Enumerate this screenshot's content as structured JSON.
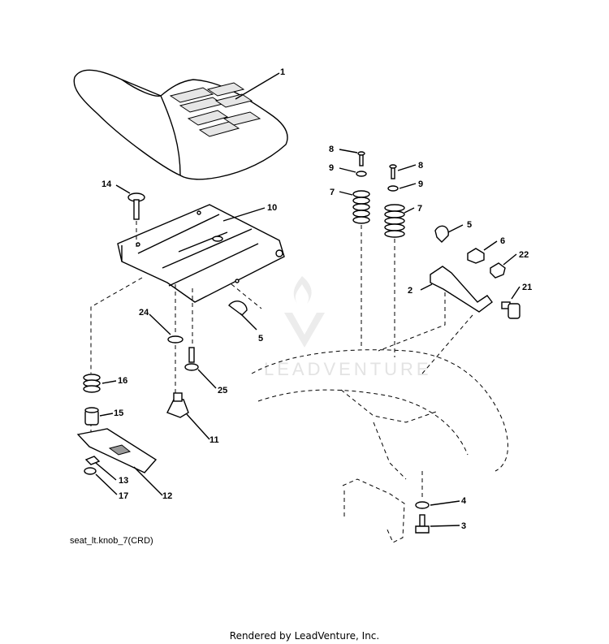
{
  "diagram": {
    "reference_code": "seat_lt.knob_7(CRD)",
    "footer": "Rendered by LeadVenture, Inc.",
    "watermark": "LEADVENTURE",
    "callouts": [
      {
        "id": "c1",
        "label": "1"
      },
      {
        "id": "c2",
        "label": "2"
      },
      {
        "id": "c3",
        "label": "3"
      },
      {
        "id": "c4",
        "label": "4"
      },
      {
        "id": "c5a",
        "label": "5"
      },
      {
        "id": "c5b",
        "label": "5"
      },
      {
        "id": "c6",
        "label": "6"
      },
      {
        "id": "c7a",
        "label": "7"
      },
      {
        "id": "c7b",
        "label": "7"
      },
      {
        "id": "c8a",
        "label": "8"
      },
      {
        "id": "c8b",
        "label": "8"
      },
      {
        "id": "c9a",
        "label": "9"
      },
      {
        "id": "c9b",
        "label": "9"
      },
      {
        "id": "c10",
        "label": "10"
      },
      {
        "id": "c11",
        "label": "11"
      },
      {
        "id": "c12",
        "label": "12"
      },
      {
        "id": "c13",
        "label": "13"
      },
      {
        "id": "c14",
        "label": "14"
      },
      {
        "id": "c15",
        "label": "15"
      },
      {
        "id": "c16",
        "label": "16"
      },
      {
        "id": "c17",
        "label": "17"
      },
      {
        "id": "c21",
        "label": "21"
      },
      {
        "id": "c22",
        "label": "22"
      },
      {
        "id": "c24",
        "label": "24"
      },
      {
        "id": "c25",
        "label": "25"
      }
    ]
  }
}
